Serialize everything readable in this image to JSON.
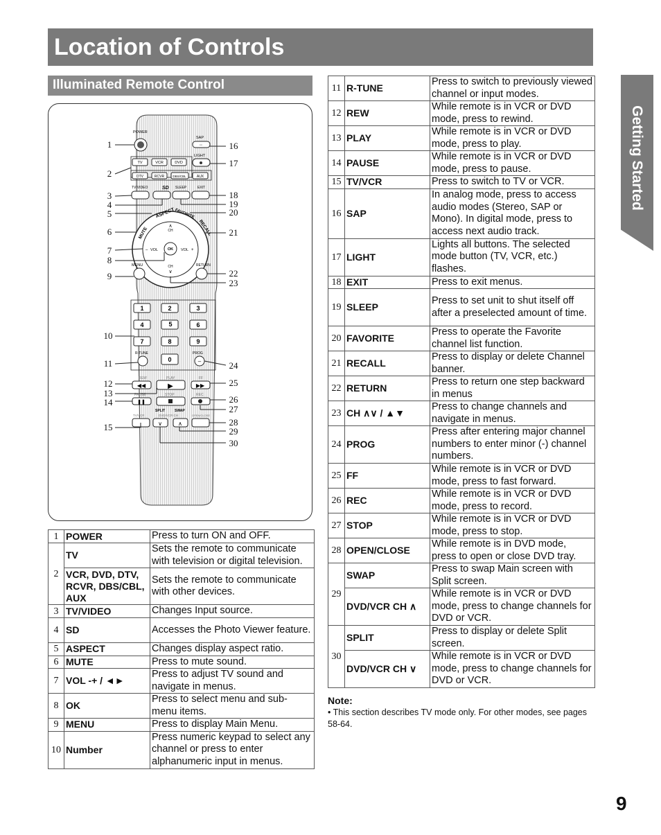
{
  "header": {
    "title": "Location of Controls",
    "subtitle": "Illuminated Remote Control"
  },
  "side_tab": "Getting Started",
  "remote": {
    "top_labels": {
      "power": "POWER",
      "sap": "SAP",
      "light": "LIGHT"
    },
    "mode_row1": [
      "TV",
      "VCR",
      "DVD"
    ],
    "mode_row2": [
      "DTV",
      "RCVR",
      "DBS/CBL",
      "AUX"
    ],
    "row3_labels": [
      "TV/VIDEO",
      "SD",
      "SLEEP",
      "EXIT"
    ],
    "ring_labels": {
      "aspect": "ASPECT",
      "favorite": "FAVORITE",
      "mute": "MUTE",
      "recall": "RECALL"
    },
    "dpad": {
      "ch_up": "CH",
      "ch_down": "CH",
      "vol_minus": "VOL",
      "vol_plus": "VOL",
      "ok": "OK",
      "menu": "MENU",
      "return": "RETURN"
    },
    "keypad": [
      "1",
      "2",
      "3",
      "4",
      "5",
      "6",
      "7",
      "8",
      "9",
      "0"
    ],
    "keypad_side": {
      "rtune": "R-TUNE",
      "prog": "PROG"
    },
    "transport_top": [
      "REW",
      "PLAY",
      "FF"
    ],
    "transport_mid": [
      "PAUSE",
      "STOP",
      "REC"
    ],
    "bottom_labels": {
      "split": "SPLIT",
      "swap": "SWAP",
      "tvvcr": "TV/VCR",
      "dvdvcr": "DVD/VCR CH",
      "openclose": "OPEN/CLOSE"
    },
    "callouts_left": [
      "1",
      "2",
      "3",
      "4",
      "5",
      "6",
      "7",
      "8",
      "9",
      "10",
      "11",
      "12",
      "13",
      "14",
      "15"
    ],
    "callouts_right": [
      "16",
      "17",
      "18",
      "19",
      "20",
      "21",
      "22",
      "23",
      "24",
      "25",
      "26",
      "27",
      "28",
      "29",
      "30"
    ]
  },
  "left_table": [
    {
      "num": "1",
      "name": "POWER",
      "desc": "Press to turn ON and OFF."
    },
    {
      "num": "2",
      "name": "TV",
      "desc": "Sets the remote to communicate with television or digital television."
    },
    {
      "num": "",
      "name": "VCR, DVD, DTV, RCVR, DBS/CBL, AUX",
      "desc": "Sets the remote to communicate with other devices."
    },
    {
      "num": "3",
      "name": "TV/VIDEO",
      "desc": "Changes Input source."
    },
    {
      "num": "4",
      "name": "SD",
      "desc": "Accesses the Photo Viewer feature."
    },
    {
      "num": "5",
      "name": "ASPECT",
      "desc": "Changes display aspect ratio."
    },
    {
      "num": "6",
      "name": "MUTE",
      "desc": "Press to mute sound."
    },
    {
      "num": "7",
      "name": "VOL -+ / ◄►",
      "desc": "Press to adjust TV sound and navigate in menus."
    },
    {
      "num": "8",
      "name": "OK",
      "desc": "Press to select menu and sub-menu items."
    },
    {
      "num": "9",
      "name": "MENU",
      "desc": "Press to display Main Menu."
    },
    {
      "num": "10",
      "name": "Number",
      "desc": "Press numeric keypad to select any channel or press to enter alphanumeric input in menus."
    }
  ],
  "right_table": [
    {
      "num": "11",
      "name": "R-TUNE",
      "desc": "Press to switch to previously viewed channel or input modes."
    },
    {
      "num": "12",
      "name": "REW",
      "desc": "While remote is in VCR or DVD mode, press to rewind."
    },
    {
      "num": "13",
      "name": "PLAY",
      "desc": "While remote is in VCR or DVD mode, press to play."
    },
    {
      "num": "14",
      "name": "PAUSE",
      "desc": "While remote is in VCR or DVD mode, press to pause."
    },
    {
      "num": "15",
      "name": "TV/VCR",
      "desc": "Press to switch to TV or VCR."
    },
    {
      "num": "16",
      "name": "SAP",
      "desc": "In analog mode, press to access audio modes (Stereo, SAP or Mono). In digital mode, press to access next audio track."
    },
    {
      "num": "17",
      "name": "LIGHT",
      "desc": "Lights all buttons. The selected mode button (TV, VCR, etc.) flashes."
    },
    {
      "num": "18",
      "name": "EXIT",
      "desc": "Press to exit menus."
    },
    {
      "num": "19",
      "name": "SLEEP",
      "desc": "Press to set unit to shut itself off after a preselected amount of time."
    },
    {
      "num": "20",
      "name": "FAVORITE",
      "desc": "Press to operate the Favorite channel list function."
    },
    {
      "num": "21",
      "name": "RECALL",
      "desc": "Press to display or delete Channel banner."
    },
    {
      "num": "22",
      "name": "RETURN",
      "desc": "Press to return one step backward in menus"
    },
    {
      "num": "23",
      "name": "CH ∧∨ / ▲▼",
      "desc": "Press to change channels and navigate in menus."
    },
    {
      "num": "24",
      "name": "PROG",
      "desc": "Press after entering major channel numbers to enter minor (-) channel numbers."
    },
    {
      "num": "25",
      "name": "FF",
      "desc": "While remote is in VCR or DVD mode, press to fast forward."
    },
    {
      "num": "26",
      "name": "REC",
      "desc": "While remote is in VCR or DVD mode, press to record."
    },
    {
      "num": "27",
      "name": "STOP",
      "desc": "While remote is in VCR or DVD mode, press to stop."
    },
    {
      "num": "28",
      "name": "OPEN/CLOSE",
      "desc": "While remote is in DVD mode, press to open or close DVD tray."
    },
    {
      "num": "29",
      "name": "SWAP",
      "desc": "Press to swap Main screen with Split screen."
    },
    {
      "num": "",
      "name": "DVD/VCR CH ∧",
      "desc": "While remote is in VCR or DVD mode, press to change channels for DVD or VCR."
    },
    {
      "num": "30",
      "name": "SPLIT",
      "desc": "Press to display or delete Split screen."
    },
    {
      "num": "",
      "name": "DVD/VCR CH ∨",
      "desc": "While remote is in VCR or DVD mode, press to change channels for DVD or VCR."
    }
  ],
  "note": {
    "title": "Note:",
    "text": "• This section describes TV mode only. For other modes, see pages 58-64."
  },
  "page_number": "9"
}
